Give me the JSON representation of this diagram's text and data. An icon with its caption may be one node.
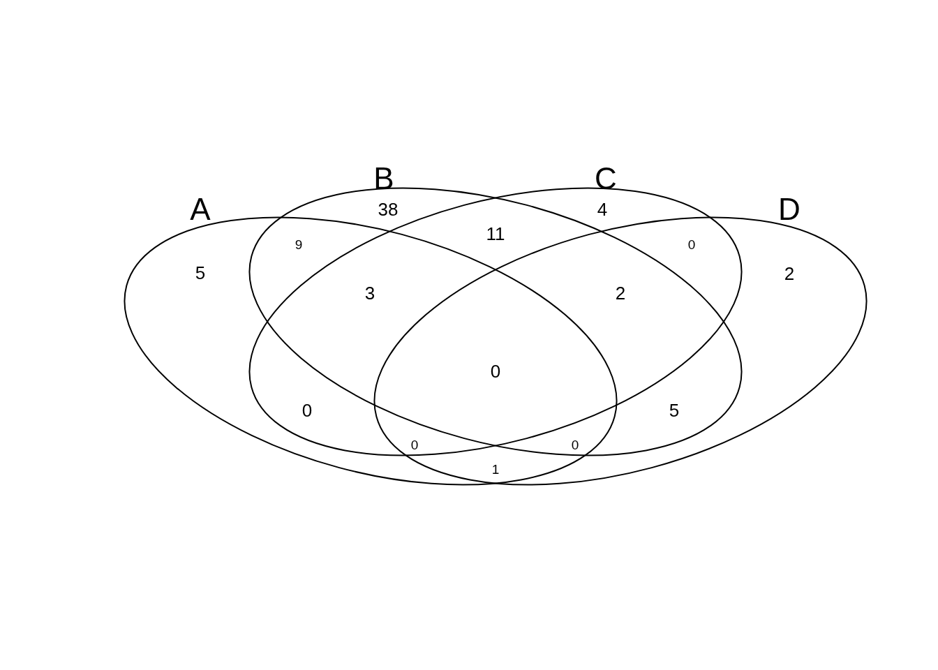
{
  "diagram": {
    "nodes": [
      {
        "text": [
          "A"
        ]
      },
      {
        "text": [
          "B"
        ]
      },
      {
        "text": [
          "C"
        ]
      },
      {
        "text": [
          "D"
        ]
      }
    ],
    "labels": [
      "38",
      "4",
      "11",
      "9",
      "0",
      "5",
      "2",
      "3",
      "2",
      "0",
      "0",
      "5",
      "0",
      "0",
      "1"
    ]
  }
}
